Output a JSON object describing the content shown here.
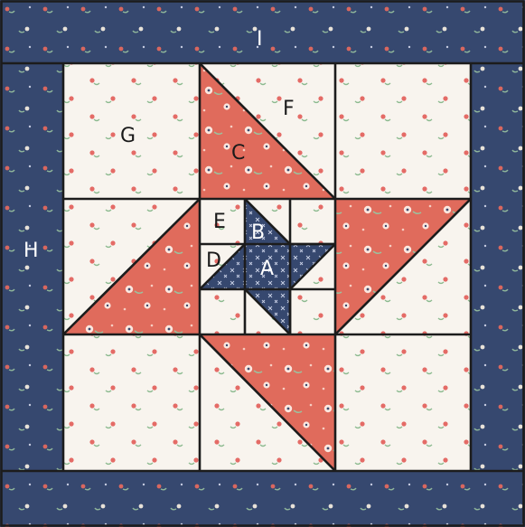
{
  "colors": {
    "navy": "#36486f",
    "cream": "#f8f4ee",
    "coral": "#e06b5c",
    "outline": "#1c1c1c",
    "navy_dot_red": "#d9675f",
    "navy_dot_green": "#8fb69a",
    "cream_dot_red": "#e46b66",
    "cream_dot_green": "#8cba8f",
    "coral_flower": "#fbe7df"
  },
  "labels": {
    "A": "A",
    "B": "B",
    "C": "C",
    "D": "D",
    "E": "E",
    "F": "F",
    "G": "G",
    "H": "H",
    "I": "I"
  }
}
